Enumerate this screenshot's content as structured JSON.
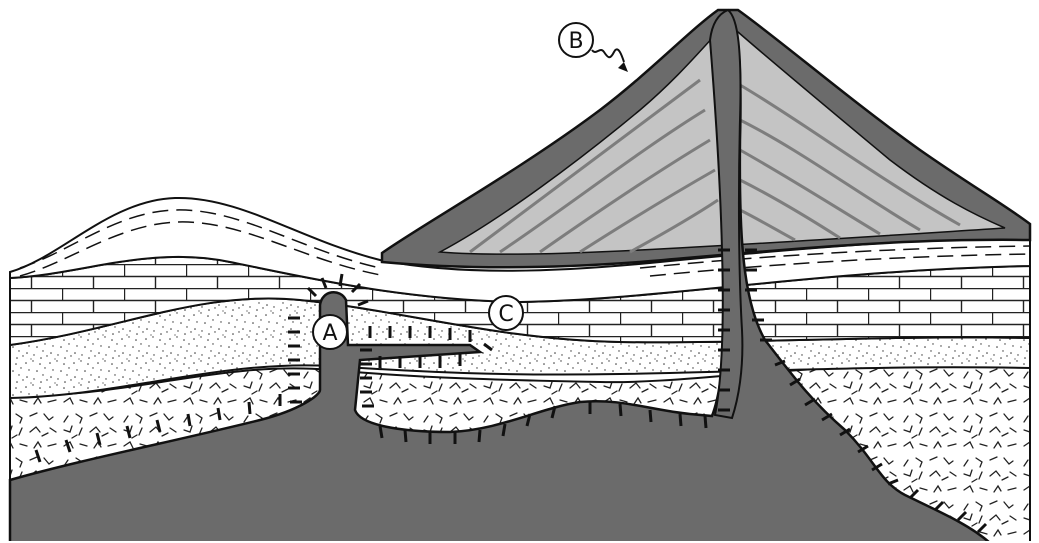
{
  "labels": {
    "a": "A",
    "b": "B",
    "c": "C"
  },
  "colors": {
    "magma": "#6b6b6b",
    "cone": "#c4c4c4",
    "cone_layers": "#7d7d7d",
    "outline": "#111111",
    "background": "#ffffff"
  },
  "icons": {
    "sedimentary_texture": "brick-pattern",
    "sandstone_texture": "stipple-pattern",
    "igneous_texture": "dash-scatter-pattern"
  }
}
